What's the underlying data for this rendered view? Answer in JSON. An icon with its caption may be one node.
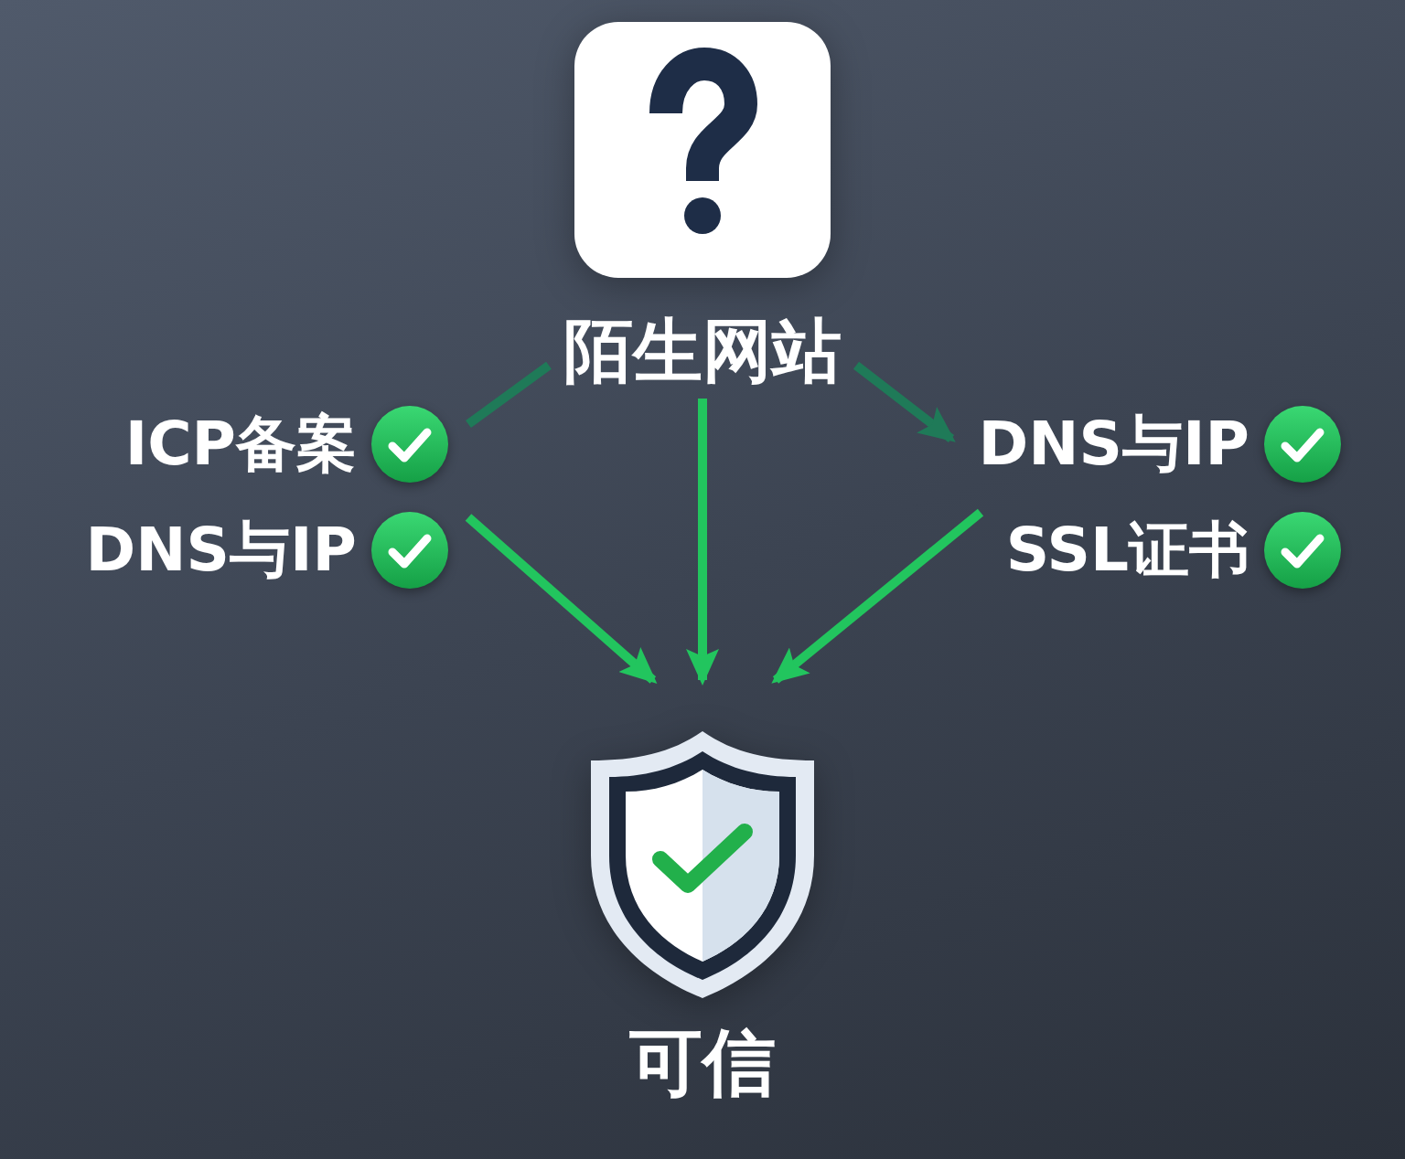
{
  "diagram": {
    "nodes": [
      {
        "text": [
          "陌生网站"
        ]
      },
      {
        "text": [
          "ICP备案"
        ]
      },
      {
        "text": [
          "DNS与IP"
        ]
      },
      {
        "text": [
          "DNS与IP"
        ]
      },
      {
        "text": [
          "SSL证书"
        ]
      },
      {
        "text": [
          "可信"
        ]
      }
    ],
    "edges": [
      {
        "from": 0,
        "to": 1,
        "arrow": "none",
        "color": "#1f7a58"
      },
      {
        "from": 0,
        "to": 3,
        "arrow": "to",
        "color": "#1f7a58"
      },
      {
        "from": 0,
        "to": 5,
        "arrow": "to"
      },
      {
        "from": 2,
        "to": 5,
        "arrow": "to"
      },
      {
        "from": 4,
        "to": 5,
        "arrow": "to"
      }
    ]
  }
}
